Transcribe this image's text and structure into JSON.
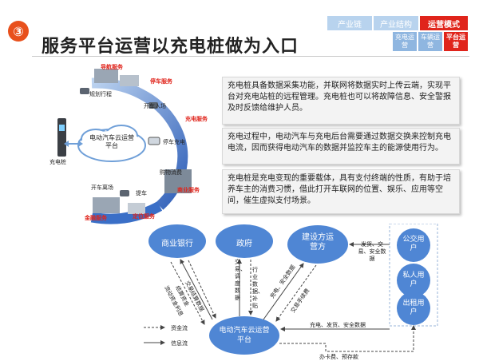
{
  "slide": {
    "number": "③",
    "title": "服务平台运营以充电桩做为入口"
  },
  "nav": {
    "top_tabs": [
      {
        "label": "产业链",
        "active": false
      },
      {
        "label": "产业结构",
        "active": false
      },
      {
        "label": "运营模式",
        "active": true
      }
    ],
    "sub_tabs": [
      {
        "label": "充电运营",
        "active": false
      },
      {
        "label": "车辆运营",
        "active": false
      },
      {
        "label": "平台运营",
        "active": true
      }
    ]
  },
  "colors": {
    "accent_red": "#e0241b",
    "badge_orange": "#e8501c",
    "ring_blue": "#3a6fc7",
    "node_blue": "#4f86d4",
    "nav_light": "#b8d3ee",
    "nav_mid": "#8fb6e0"
  },
  "ring": {
    "center": "电动汽车云运营平台",
    "charger": "充电桩",
    "services_red": [
      "导航服务",
      "停车服务",
      "充电服务",
      "商业服务",
      "定位服务",
      "金融服务"
    ],
    "items": [
      "规划行程",
      "开车入场",
      "停车充电",
      "购物消费",
      "提车",
      "开车离场"
    ]
  },
  "paragraphs": [
    "充电桩具备数据采集功能，并联网将数据实时上传云端，实现平台对充电站桩的远程管理。充电桩也可以将故障信息、安全警报及时反馈给维护人员。",
    "充电过程中，电动汽车与充电后台需要通过数据交换来控制充电电流，因而获得电动汽车的数据并监控车主的能源使用行为。",
    "充电桩是充电变现的重要载体，具有支付终端的性质，有助于培养车主的消费习惯，借此打开车联网的位置、娱乐、应用等空间，催生虚拟支付场景。"
  ],
  "flow": {
    "nodes": {
      "bank": "商业银行",
      "gov": "政府",
      "builder": "建设方运营方",
      "platform": "电动汽车云运营平台",
      "bus": "公交用户",
      "private": "私人用户",
      "taxi": "出租用户"
    },
    "edges": {
      "bank_up": "交易结算数据",
      "bank_mid": "结算资金",
      "bank_down": "流动资金利息",
      "gov_down": "交易、调度数据",
      "gov_up": "行业数据、补贴",
      "builder_down": "充电、安全数据",
      "builder_up": "交易手续费",
      "users_to_builder": "发货、交易、安全数据",
      "users_to_platform": "充电、发货、安全数据",
      "platform_to_users": "办卡费、预存款"
    },
    "legend": [
      {
        "label": "资金流",
        "style": "dashed"
      },
      {
        "label": "信息流",
        "style": "solid"
      }
    ]
  }
}
